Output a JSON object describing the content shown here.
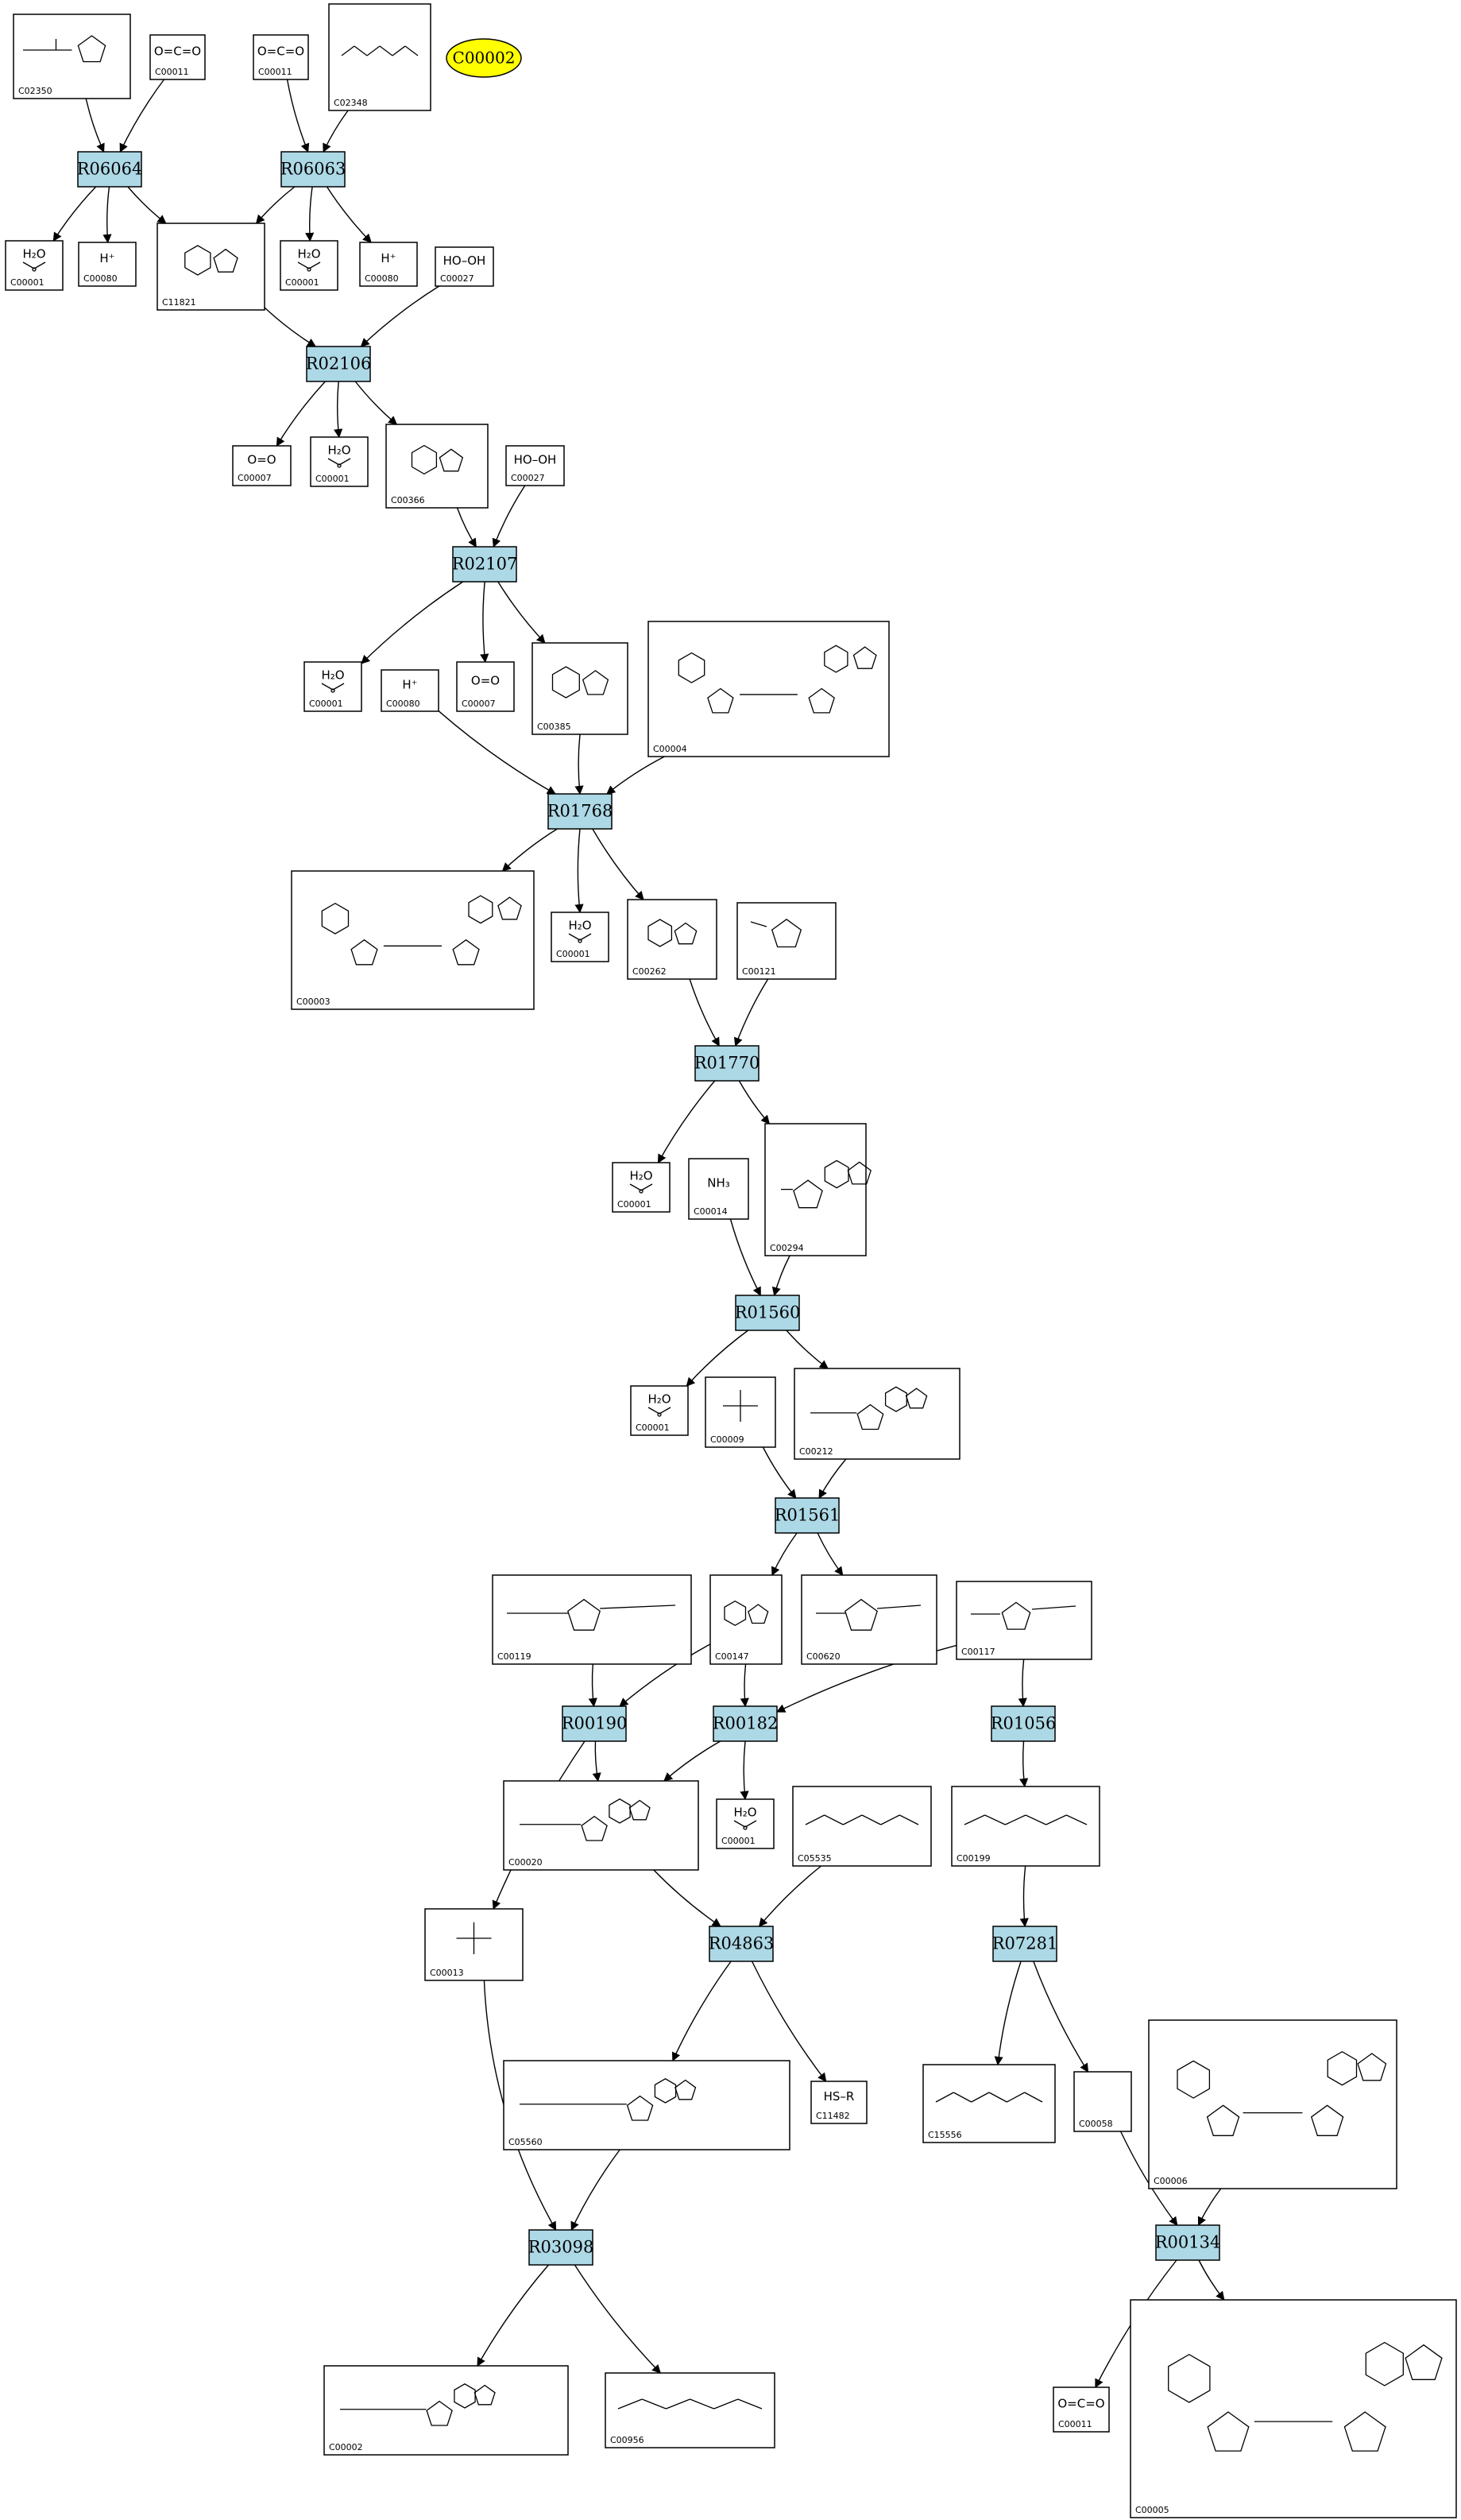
{
  "target": "C00002",
  "reactions": [
    "R06064",
    "R06063",
    "R02106",
    "R02107",
    "R01768",
    "R01770",
    "R01560",
    "R01561",
    "R00190",
    "R00182",
    "R01056",
    "R04863",
    "R07281",
    "R03098",
    "R00134"
  ],
  "compounds": [
    {
      "id": "C02350",
      "formula": ""
    },
    {
      "id": "C00011",
      "formula": "O=C=O"
    },
    {
      "id": "C02348",
      "formula": ""
    },
    {
      "id": "C00001",
      "formula": "H₂O"
    },
    {
      "id": "C00080",
      "formula": "H⁺"
    },
    {
      "id": "C11821",
      "formula": ""
    },
    {
      "id": "C00027",
      "formula": "HO–OH"
    },
    {
      "id": "C00007",
      "formula": "O=O"
    },
    {
      "id": "C00366",
      "formula": ""
    },
    {
      "id": "C00385",
      "formula": ""
    },
    {
      "id": "C00004",
      "formula": ""
    },
    {
      "id": "C00003",
      "formula": ""
    },
    {
      "id": "C00262",
      "formula": ""
    },
    {
      "id": "C00121",
      "formula": ""
    },
    {
      "id": "C00014",
      "formula": "NH₃"
    },
    {
      "id": "C00294",
      "formula": ""
    },
    {
      "id": "C00009",
      "formula": ""
    },
    {
      "id": "C00212",
      "formula": ""
    },
    {
      "id": "C00119",
      "formula": ""
    },
    {
      "id": "C00147",
      "formula": ""
    },
    {
      "id": "C00620",
      "formula": ""
    },
    {
      "id": "C00117",
      "formula": ""
    },
    {
      "id": "C00020",
      "formula": ""
    },
    {
      "id": "C05535",
      "formula": ""
    },
    {
      "id": "C00199",
      "formula": ""
    },
    {
      "id": "C00013",
      "formula": ""
    },
    {
      "id": "C05560",
      "formula": ""
    },
    {
      "id": "C11482",
      "formula": "HS–R"
    },
    {
      "id": "C15556",
      "formula": ""
    },
    {
      "id": "C00058",
      "formula": ""
    },
    {
      "id": "C00006",
      "formula": ""
    },
    {
      "id": "C00002",
      "formula": ""
    },
    {
      "id": "C00956",
      "formula": ""
    },
    {
      "id": "C00005",
      "formula": ""
    }
  ],
  "edges": [
    [
      "C02350",
      "R06064"
    ],
    [
      "C00011a",
      "R06064"
    ],
    [
      "R06064",
      "C00001a"
    ],
    [
      "R06064",
      "C00080a"
    ],
    [
      "R06064",
      "C11821"
    ],
    [
      "C00011b",
      "R06063"
    ],
    [
      "C02348",
      "R06063"
    ],
    [
      "R06063",
      "C11821"
    ],
    [
      "R06063",
      "C00001b"
    ],
    [
      "R06063",
      "C00080b"
    ],
    [
      "C11821",
      "R02106"
    ],
    [
      "C00027a",
      "R02106"
    ],
    [
      "R02106",
      "C00007a"
    ],
    [
      "R02106",
      "C00001c"
    ],
    [
      "R02106",
      "C00366"
    ],
    [
      "C00366",
      "R02107"
    ],
    [
      "C00027b",
      "R02107"
    ],
    [
      "R02107",
      "C00001d"
    ],
    [
      "R02107",
      "C00007b"
    ],
    [
      "R02107",
      "C00385"
    ],
    [
      "C00080c",
      "R01768"
    ],
    [
      "C00385",
      "R01768"
    ],
    [
      "C00004",
      "R01768"
    ],
    [
      "R01768",
      "C00003"
    ],
    [
      "R01768",
      "C00001e"
    ],
    [
      "R01768",
      "C00262"
    ],
    [
      "C00262",
      "R01770"
    ],
    [
      "C00121",
      "R01770"
    ],
    [
      "R01770",
      "C00001f"
    ],
    [
      "R01770",
      "C00294"
    ],
    [
      "C00014",
      "R01560"
    ],
    [
      "C00294",
      "R01560"
    ],
    [
      "R01560",
      "C00001g"
    ],
    [
      "R01560",
      "C00212"
    ],
    [
      "C00009",
      "R01561"
    ],
    [
      "C00212",
      "R01561"
    ],
    [
      "R01561",
      "C00147"
    ],
    [
      "R01561",
      "C00620"
    ],
    [
      "C00119",
      "R00190"
    ],
    [
      "C00147",
      "R00190"
    ],
    [
      "C00147",
      "R00182"
    ],
    [
      "C00117",
      "R00182"
    ],
    [
      "C00117",
      "R01056"
    ],
    [
      "R00190",
      "C00020"
    ],
    [
      "R00190",
      "C00013"
    ],
    [
      "R00182",
      "C00020"
    ],
    [
      "R00182",
      "C00001h"
    ],
    [
      "R01056",
      "C00199"
    ],
    [
      "C00020",
      "R04863"
    ],
    [
      "C05535",
      "R04863"
    ],
    [
      "C00199",
      "R07281"
    ],
    [
      "R04863",
      "C05560"
    ],
    [
      "R04863",
      "C11482"
    ],
    [
      "R07281",
      "C15556"
    ],
    [
      "R07281",
      "C00058"
    ],
    [
      "C05560",
      "R03098"
    ],
    [
      "C00013",
      "R03098"
    ],
    [
      "C00058",
      "R00134"
    ],
    [
      "C00006",
      "R00134"
    ],
    [
      "R03098",
      "C00002"
    ],
    [
      "R03098",
      "C00956"
    ],
    [
      "R00134",
      "C00011c"
    ],
    [
      "R00134",
      "C00005"
    ]
  ]
}
